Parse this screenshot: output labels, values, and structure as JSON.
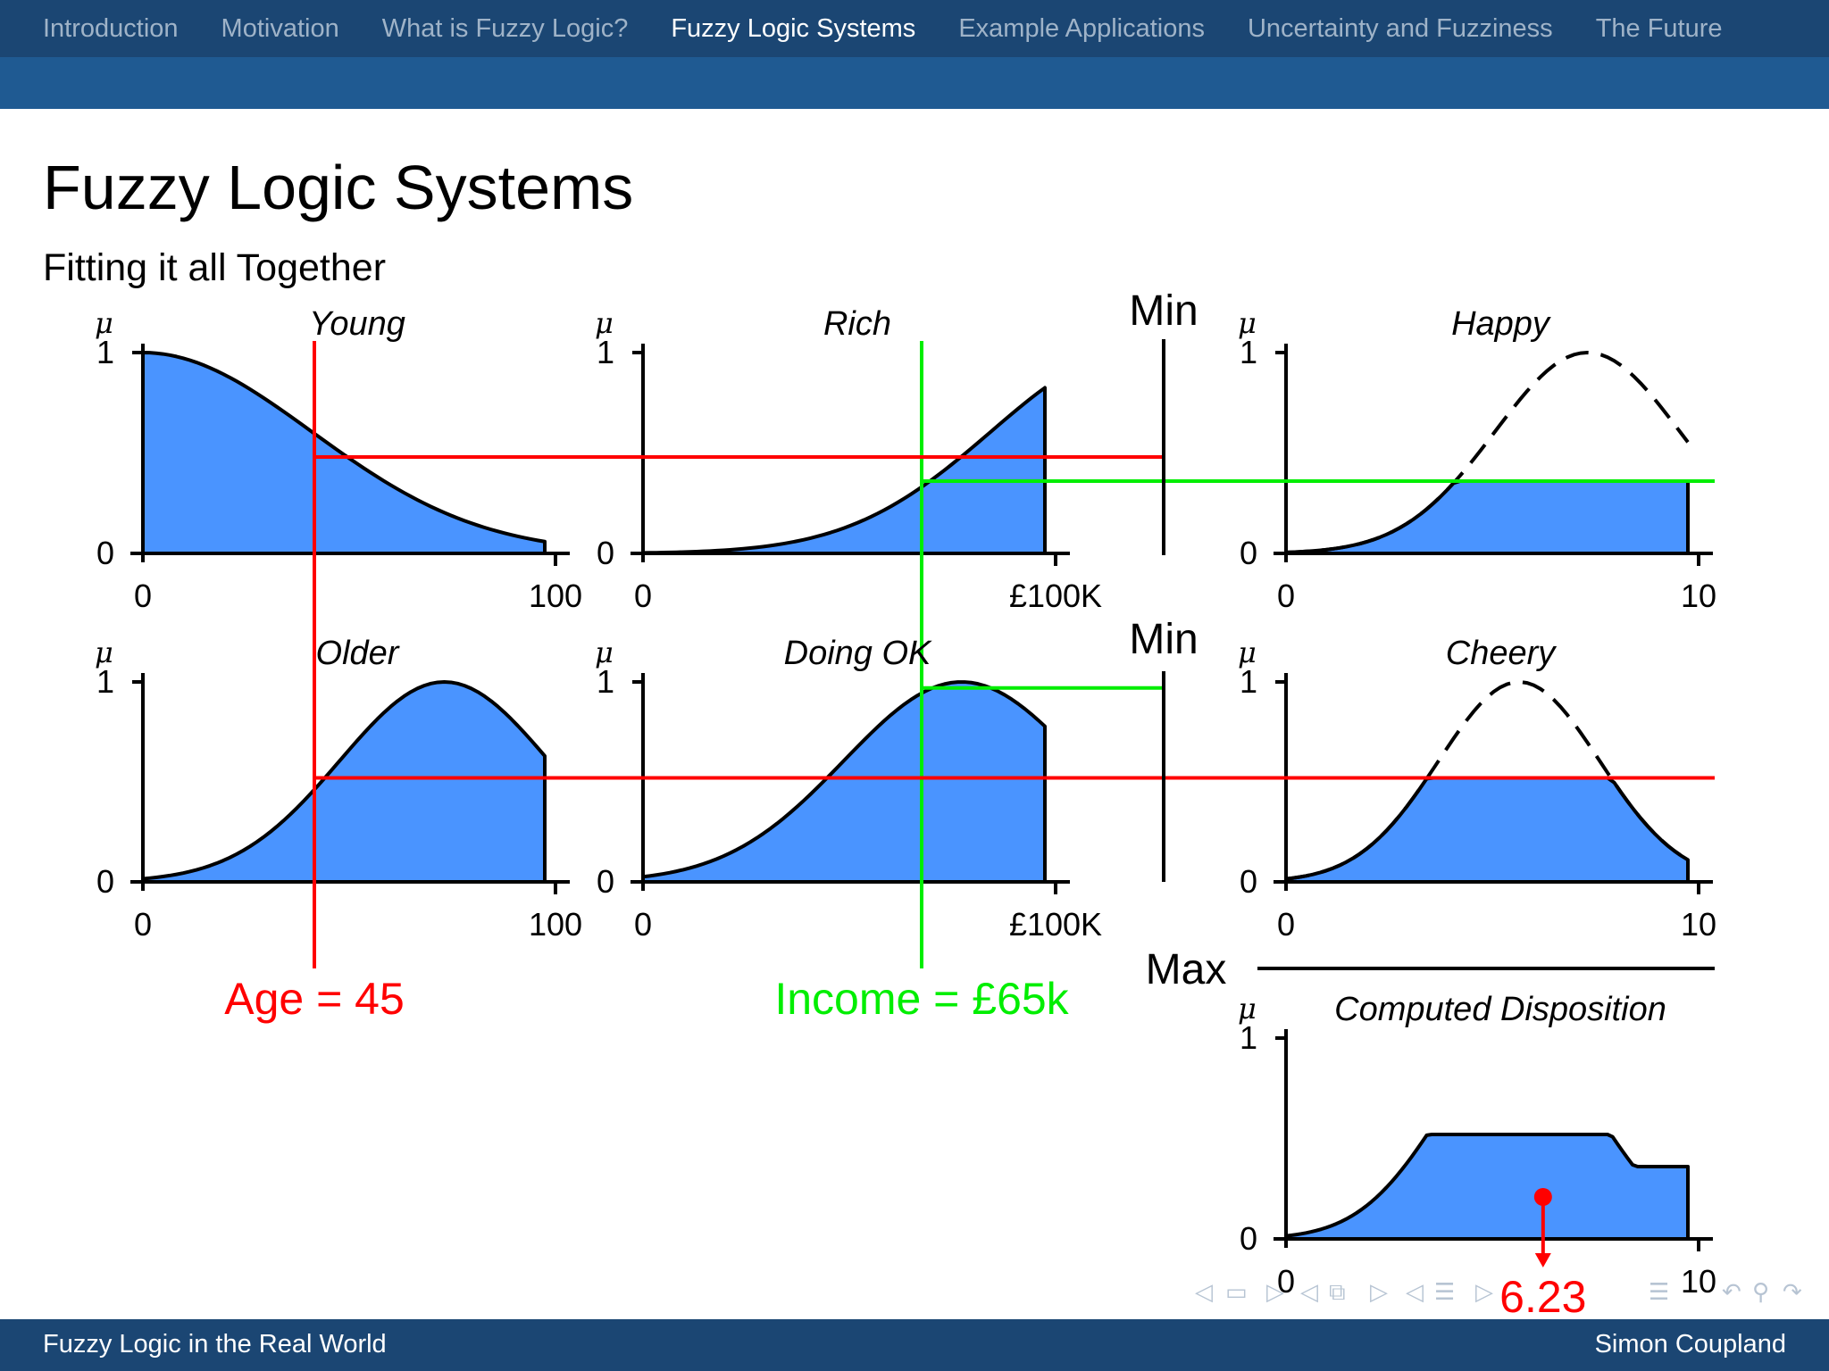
{
  "nav": {
    "items": [
      "Introduction",
      "Motivation",
      "What is Fuzzy Logic?",
      "Fuzzy Logic Systems",
      "Example Applications",
      "Uncertainty and Fuzziness",
      "The Future"
    ],
    "active_index": 3
  },
  "slide": {
    "title": "Fuzzy Logic Systems",
    "subtitle": "Fitting it all Together"
  },
  "footer": {
    "left": "Fuzzy Logic in the Real World",
    "right": "Simon Coupland"
  },
  "diagram": {
    "axis_symbol": "μ",
    "y_ticks": [
      "1",
      "0"
    ],
    "charts": {
      "young": {
        "title": "Young",
        "x_min": "0",
        "x_max": "100"
      },
      "rich": {
        "title": "Rich",
        "x_min": "0",
        "x_max": "£100K"
      },
      "happy": {
        "title": "Happy",
        "x_min": "0",
        "x_max": "10"
      },
      "older": {
        "title": "Older",
        "x_min": "0",
        "x_max": "100"
      },
      "doing_ok": {
        "title": "Doing OK",
        "x_min": "0",
        "x_max": "£100K"
      },
      "cheery": {
        "title": "Cheery",
        "x_min": "0",
        "x_max": "10"
      },
      "computed": {
        "title": "Computed Disposition",
        "x_min": "0",
        "x_max": "10"
      }
    },
    "operators": {
      "min1": "Min",
      "min2": "Min",
      "max": "Max"
    },
    "inputs": {
      "age_label": "Age = 45",
      "income_label": "Income = £65k"
    },
    "output_label": "6.23",
    "colors": {
      "fill": "#4a94ff",
      "age": "#ff0000",
      "income": "#00ee00",
      "dark": "#1b4673"
    },
    "membership": {
      "young_at_age": 0.48,
      "rich_at_income": 0.36,
      "older_at_age": 0.52,
      "doing_ok_at_income": 0.97,
      "happy_clip": 0.36,
      "cheery_clip": 0.52
    }
  }
}
